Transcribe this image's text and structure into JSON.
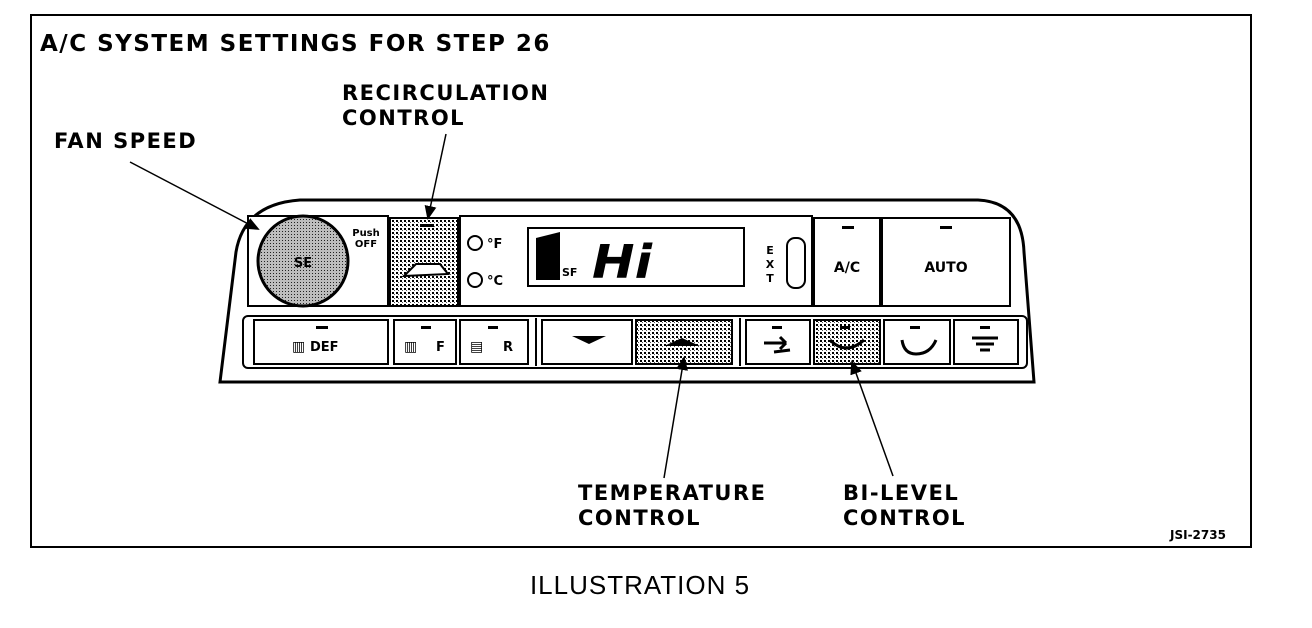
{
  "diagram": {
    "title": "A/C SYSTEM SETTINGS FOR STEP 26",
    "callouts": {
      "fan_speed": "FAN SPEED",
      "recirculation": "RECIRCULATION\nCONTROL",
      "temperature": "TEMPERATURE\nCONTROL",
      "bi_level": "BI-LEVEL\nCONTROL"
    },
    "figure_id": "JSI-2735",
    "caption": "ILLUSTRATION 5"
  },
  "panel": {
    "fan_knob_label": "SE",
    "push_off": "Push\nOFF",
    "display_reading": "Hi",
    "display_unit": "SF",
    "temp_unit_f": "°F",
    "temp_unit_c": "°C",
    "ext_label": "EXT",
    "buttons": {
      "ac": "A/C",
      "auto": "AUTO",
      "def": "DEF",
      "front": "F",
      "rear": "R"
    }
  }
}
